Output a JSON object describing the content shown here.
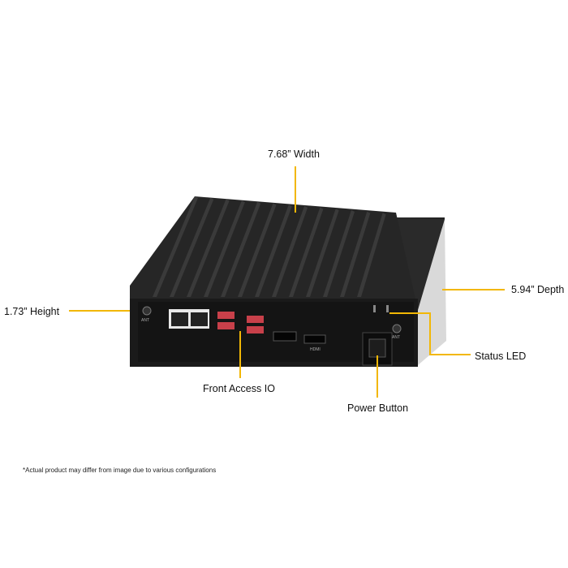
{
  "annotations": {
    "width": "7.68” Width",
    "depth": "5.94” Depth",
    "height": "1.73” Height",
    "status_led": "Status LED",
    "front_io": "Front Access IO",
    "power_button": "Power Button"
  },
  "device_labels": {
    "ant_left": "ANT",
    "ant_right": "ANT",
    "hdmi": "HDMI"
  },
  "footnote": "*Actual product may differ from image due to various configurations",
  "colors": {
    "accent": "#f2b705",
    "chassis": "#1c1c1c",
    "usb": "#c8404a"
  }
}
